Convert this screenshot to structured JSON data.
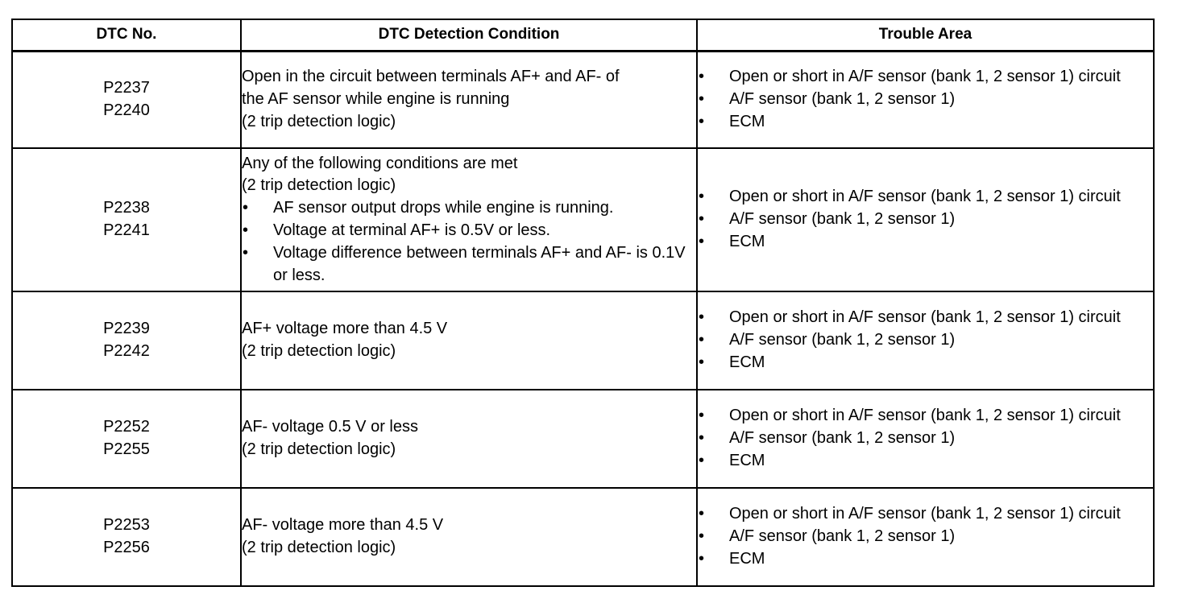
{
  "headers": {
    "code": "DTC No.",
    "condition": "DTC Detection Condition",
    "area": "Trouble Area"
  },
  "rows": [
    {
      "codes": [
        "P2237",
        "P2240"
      ],
      "condition_lines": [
        "Open in the circuit between terminals AF+ and AF- of",
        "the AF sensor while engine is running",
        "(2 trip detection logic)"
      ],
      "condition_bullets": [],
      "areas": [
        "Open or short in A/F sensor (bank 1, 2 sensor 1) circuit",
        "A/F sensor (bank 1, 2 sensor 1)",
        "ECM"
      ]
    },
    {
      "codes": [
        "P2238",
        "P2241"
      ],
      "condition_lines": [
        "Any of the following conditions are met",
        "(2 trip detection logic)"
      ],
      "condition_bullets": [
        "AF sensor output drops while engine is running.",
        "Voltage at terminal AF+ is 0.5V or less.",
        "Voltage difference between terminals AF+ and AF- is 0.1V or less."
      ],
      "areas": [
        "Open or short in A/F sensor (bank 1, 2 sensor 1) circuit",
        "A/F sensor (bank 1, 2 sensor 1)",
        "ECM"
      ]
    },
    {
      "codes": [
        "P2239",
        "P2242"
      ],
      "condition_lines": [
        "AF+ voltage more than 4.5 V",
        "(2 trip detection logic)"
      ],
      "condition_bullets": [],
      "areas": [
        "Open or short in A/F sensor (bank 1, 2 sensor 1) circuit",
        "A/F sensor (bank 1, 2 sensor 1)",
        "ECM"
      ]
    },
    {
      "codes": [
        "P2252",
        "P2255"
      ],
      "condition_lines": [
        "AF- voltage 0.5 V or less",
        "(2 trip detection logic)"
      ],
      "condition_bullets": [],
      "areas": [
        "Open or short in A/F sensor (bank 1, 2 sensor 1) circuit",
        "A/F sensor (bank 1, 2 sensor 1)",
        "ECM"
      ]
    },
    {
      "codes": [
        "P2253",
        "P2256"
      ],
      "condition_lines": [
        "AF- voltage more than 4.5 V",
        "(2 trip detection logic)"
      ],
      "condition_bullets": [],
      "areas": [
        "Open or short in A/F sensor (bank 1, 2 sensor 1) circuit",
        "A/F sensor (bank 1, 2 sensor 1)",
        "ECM"
      ]
    }
  ]
}
